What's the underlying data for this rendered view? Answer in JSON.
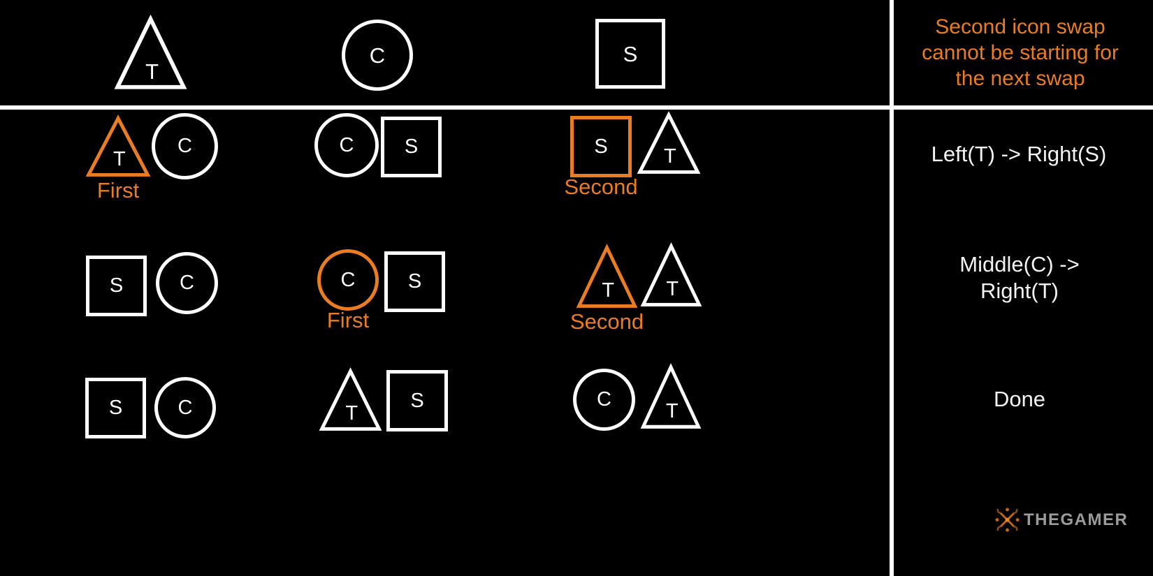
{
  "colors": {
    "background": "#000000",
    "shape_white": "#fdfdfd",
    "accent_orange": "#ea7c22",
    "instruction_white": "#f2f2f2",
    "logo_gray": "#9b9b9b"
  },
  "note": {
    "text": "Second icon swap cannot be starting for the next swap"
  },
  "header": {
    "shapes": [
      {
        "shape": "triangle",
        "letter": "T"
      },
      {
        "shape": "circle",
        "letter": "C"
      },
      {
        "shape": "square",
        "letter": "S"
      }
    ]
  },
  "rows": [
    {
      "left": [
        {
          "shape": "triangle",
          "letter": "T",
          "highlight": true,
          "label": "First"
        },
        {
          "shape": "circle",
          "letter": "C"
        }
      ],
      "middle": [
        {
          "shape": "circle",
          "letter": "C"
        },
        {
          "shape": "square",
          "letter": "S"
        }
      ],
      "right": [
        {
          "shape": "square",
          "letter": "S",
          "highlight": true,
          "label": "Second"
        },
        {
          "shape": "triangle",
          "letter": "T"
        }
      ],
      "instruction": "Left(T) -> Right(S)"
    },
    {
      "left": [
        {
          "shape": "square",
          "letter": "S"
        },
        {
          "shape": "circle",
          "letter": "C"
        }
      ],
      "middle": [
        {
          "shape": "circle",
          "letter": "C",
          "highlight": true,
          "label": "First"
        },
        {
          "shape": "square",
          "letter": "S"
        }
      ],
      "right": [
        {
          "shape": "triangle",
          "letter": "T",
          "highlight": true,
          "label": "Second"
        },
        {
          "shape": "triangle",
          "letter": "T"
        }
      ],
      "instruction": "Middle(C) -> Right(T)"
    },
    {
      "left": [
        {
          "shape": "square",
          "letter": "S"
        },
        {
          "shape": "circle",
          "letter": "C"
        }
      ],
      "middle": [
        {
          "shape": "triangle",
          "letter": "T"
        },
        {
          "shape": "square",
          "letter": "S"
        }
      ],
      "right": [
        {
          "shape": "circle",
          "letter": "C"
        },
        {
          "shape": "triangle",
          "letter": "T"
        }
      ],
      "instruction": "Done"
    }
  ],
  "footer": {
    "brand": "THEGAMER"
  }
}
